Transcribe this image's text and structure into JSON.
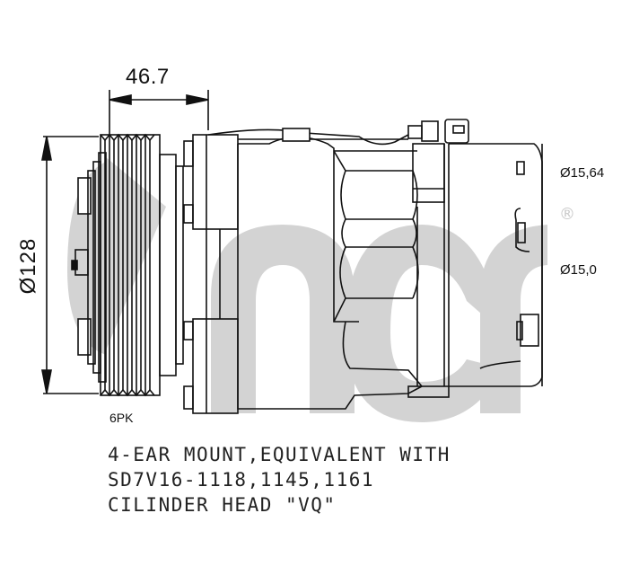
{
  "brand": {
    "watermark": "acr",
    "registered_mark": "®",
    "watermark_color": "#d0d0d0"
  },
  "dimensions": {
    "width_label": "46.7",
    "pulley_diameter_label": "Ø128",
    "port_diameter_1": "Ø15,64",
    "port_diameter_2": "Ø15,0"
  },
  "pulley": {
    "type_label": "6PK"
  },
  "notes": {
    "line1": "4-EAR MOUNT,EQUIVALENT WITH",
    "line2": "SD7V16-1118,1145,1161",
    "line3": "CILINDER HEAD \"VQ\""
  },
  "colors": {
    "line": "#111111",
    "watermark": "#d0d0d0"
  }
}
